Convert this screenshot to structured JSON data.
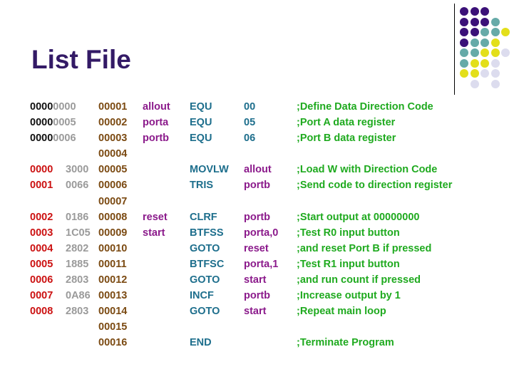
{
  "title": "List File",
  "colors": {
    "title": "#331a66",
    "address": "#cc1111",
    "opcode": "#9a9a9a",
    "line_number": "#7b4a12",
    "label": "#8b1a8b",
    "mnemonic": "#1d6e8c",
    "operand": "#1d6e8c",
    "comment": "#1faa1f",
    "rule": "#000000",
    "dot_dark_purple": "#3b1178",
    "dot_teal": "#66aaa8",
    "dot_yellow": "#e3df1a",
    "dot_lavender": "#dcdcee"
  },
  "decoration": {
    "dot_grid": {
      "rows": 8,
      "cols": 5,
      "cells": [
        [
          "dark",
          "dark",
          "dark",
          "none",
          "none"
        ],
        [
          "dark",
          "dark",
          "dark",
          "teal",
          "none"
        ],
        [
          "dark",
          "dark",
          "teal",
          "teal",
          "yellow"
        ],
        [
          "dark",
          "teal",
          "teal",
          "yellow",
          "none"
        ],
        [
          "teal",
          "teal",
          "yellow",
          "yellow",
          "lavender"
        ],
        [
          "teal",
          "yellow",
          "yellow",
          "lavender",
          "none"
        ],
        [
          "yellow",
          "yellow",
          "lavender",
          "lavender",
          "none"
        ],
        [
          "none",
          "lavender",
          "none",
          "lavender",
          "none"
        ]
      ]
    }
  },
  "listing": {
    "rows": [
      {
        "addr8_bold": "0000",
        "addr8_dim": "0000",
        "lineno": "00001",
        "label": "allout",
        "mnemonic": "EQU",
        "operand": "00",
        "operand_color": "teal",
        "comment": ";Define Data Direction Code"
      },
      {
        "addr8_bold": "0000",
        "addr8_dim": "0005",
        "lineno": "00002",
        "label": "porta",
        "mnemonic": "EQU",
        "operand": "05",
        "operand_color": "teal",
        "comment": ";Port A data register"
      },
      {
        "addr8_bold": "0000",
        "addr8_dim": "0006",
        "lineno": "00003",
        "label": "portb",
        "mnemonic": "EQU",
        "operand": "06",
        "operand_color": "teal",
        "comment": ";Port B data register"
      },
      {
        "addr": "",
        "opcode": "",
        "lineno": "00004",
        "label": "",
        "mnemonic": "",
        "operand": "",
        "comment": ""
      },
      {
        "addr": "0000",
        "opcode": "3000",
        "lineno": "00005",
        "label": "",
        "mnemonic": "MOVLW",
        "operand": "allout",
        "operand_color": "purple",
        "comment": ";Load W with Direction Code"
      },
      {
        "addr": "0001",
        "opcode": "0066",
        "lineno": "00006",
        "label": "",
        "mnemonic": "TRIS",
        "operand": "portb",
        "operand_color": "purple",
        "comment": ";Send code to direction register"
      },
      {
        "addr": "",
        "opcode": "",
        "lineno": "00007",
        "label": "",
        "mnemonic": "",
        "operand": "",
        "comment": ""
      },
      {
        "addr": "0002",
        "opcode": "0186",
        "lineno": "00008",
        "label": "reset",
        "mnemonic": "CLRF",
        "operand": "portb",
        "operand_color": "purple",
        "comment": ";Start output at 00000000"
      },
      {
        "addr": "0003",
        "opcode": "1C05",
        "lineno": "00009",
        "label": "start",
        "mnemonic": "BTFSS",
        "operand": "porta,0",
        "operand_color": "purple",
        "comment": ";Test R0 input button"
      },
      {
        "addr": "0004",
        "opcode": "2802",
        "lineno": "00010",
        "label": "",
        "mnemonic": "GOTO",
        "operand": "reset",
        "operand_color": "purple",
        "comment": ";and reset Port B if pressed"
      },
      {
        "addr": "0005",
        "opcode": "1885",
        "lineno": "00011",
        "label": "",
        "mnemonic": "BTFSC",
        "operand": "porta,1",
        "operand_color": "purple",
        "comment": ";Test R1 input button"
      },
      {
        "addr": "0006",
        "opcode": "2803",
        "lineno": "00012",
        "label": "",
        "mnemonic": "GOTO",
        "operand": "start",
        "operand_color": "purple",
        "comment": ";and run count if pressed"
      },
      {
        "addr": "0007",
        "opcode": "0A86",
        "lineno": "00013",
        "label": "",
        "mnemonic": "INCF",
        "operand": "portb",
        "operand_color": "purple",
        "comment": ";Increase output by 1"
      },
      {
        "addr": "0008",
        "opcode": "2803",
        "lineno": "00014",
        "label": "",
        "mnemonic": "GOTO",
        "operand": "start",
        "operand_color": "purple",
        "comment": ";Repeat main loop"
      },
      {
        "addr": "",
        "opcode": "",
        "lineno": "00015",
        "label": "",
        "mnemonic": "",
        "operand": "",
        "comment": ""
      },
      {
        "addr": "",
        "opcode": "",
        "lineno": "00016",
        "label": "",
        "mnemonic": "END",
        "operand": "",
        "operand_color": "teal",
        "comment": ";Terminate Program"
      }
    ]
  }
}
